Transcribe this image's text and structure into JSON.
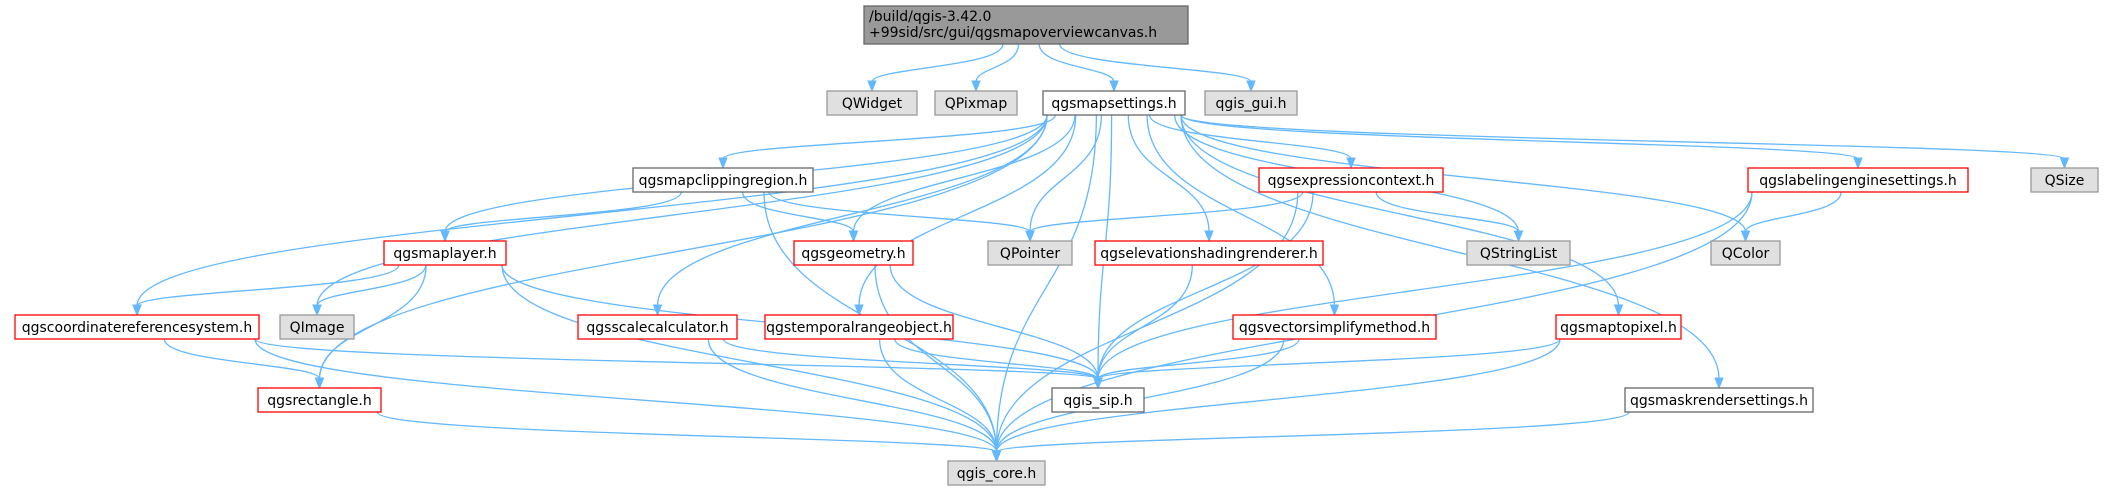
{
  "diagram": {
    "colors": {
      "edge": "#63b8ff",
      "root_fill": "#999999",
      "root_border": "#666666",
      "plain_fill": "#ffffff",
      "plain_border": "#666666",
      "external_fill": "#e0e0e0",
      "external_border": "#999999",
      "incomplete_fill": "#ffffff",
      "incomplete_border": "#ff0000"
    },
    "nodes": [
      {
        "id": "root",
        "lines": [
          "/build/qgis-3.42.0",
          "+99sid/src/gui/qgsmapoverviewcanvas.h"
        ],
        "kind": "root"
      },
      {
        "id": "qwidget",
        "lines": [
          "QWidget"
        ],
        "kind": "external"
      },
      {
        "id": "qpixmap",
        "lines": [
          "QPixmap"
        ],
        "kind": "external"
      },
      {
        "id": "qgsmapsettings",
        "lines": [
          "qgsmapsettings.h"
        ],
        "kind": "plain"
      },
      {
        "id": "qgis_gui",
        "lines": [
          "qgis_gui.h"
        ],
        "kind": "external"
      },
      {
        "id": "qsize",
        "lines": [
          "QSize"
        ],
        "kind": "external"
      },
      {
        "id": "qgsmapclippingregion",
        "lines": [
          "qgsmapclippingregion.h"
        ],
        "kind": "plain"
      },
      {
        "id": "qgsexpressioncontext",
        "lines": [
          "qgsexpressioncontext.h"
        ],
        "kind": "incomplete"
      },
      {
        "id": "qgslabelingenginesettings",
        "lines": [
          "qgslabelingenginesettings.h"
        ],
        "kind": "incomplete"
      },
      {
        "id": "qgsmaplayer",
        "lines": [
          "qgsmaplayer.h"
        ],
        "kind": "incomplete"
      },
      {
        "id": "qgsgeometry",
        "lines": [
          "qgsgeometry.h"
        ],
        "kind": "incomplete"
      },
      {
        "id": "qpointer",
        "lines": [
          "QPointer"
        ],
        "kind": "external"
      },
      {
        "id": "qgselevationshadingrenderer",
        "lines": [
          "qgselevationshadingrenderer.h"
        ],
        "kind": "incomplete"
      },
      {
        "id": "qstringlist",
        "lines": [
          "QStringList"
        ],
        "kind": "external"
      },
      {
        "id": "qcolor",
        "lines": [
          "QColor"
        ],
        "kind": "external"
      },
      {
        "id": "qgscoordinatereferencesystem",
        "lines": [
          "qgscoordinatereferencesystem.h"
        ],
        "kind": "incomplete"
      },
      {
        "id": "qimage",
        "lines": [
          "QImage"
        ],
        "kind": "external"
      },
      {
        "id": "qgsscalecalculator",
        "lines": [
          "qgsscalecalculator.h"
        ],
        "kind": "incomplete"
      },
      {
        "id": "qgstemporalrangeobject",
        "lines": [
          "qgstemporalrangeobject.h"
        ],
        "kind": "incomplete"
      },
      {
        "id": "qgsvectorsimplifymethod",
        "lines": [
          "qgsvectorsimplifymethod.h"
        ],
        "kind": "incomplete"
      },
      {
        "id": "qgsmaptopixel",
        "lines": [
          "qgsmaptopixel.h"
        ],
        "kind": "incomplete"
      },
      {
        "id": "qgsrectangle",
        "lines": [
          "qgsrectangle.h"
        ],
        "kind": "incomplete"
      },
      {
        "id": "qgis_sip",
        "lines": [
          "qgis_sip.h"
        ],
        "kind": "plain"
      },
      {
        "id": "qgsmaskrendersettings",
        "lines": [
          "qgsmaskrendersettings.h"
        ],
        "kind": "plain"
      },
      {
        "id": "qgis_core",
        "lines": [
          "qgis_core.h"
        ],
        "kind": "external"
      }
    ],
    "edges": [
      {
        "from": "root",
        "to": "qwidget"
      },
      {
        "from": "root",
        "to": "qpixmap"
      },
      {
        "from": "root",
        "to": "qgsmapsettings"
      },
      {
        "from": "root",
        "to": "qgis_gui"
      },
      {
        "from": "qgsmapsettings",
        "to": "qgsmapclippingregion"
      },
      {
        "from": "qgsmapsettings",
        "to": "qgsexpressioncontext"
      },
      {
        "from": "qgsmapsettings",
        "to": "qgslabelingenginesettings"
      },
      {
        "from": "qgsmapsettings",
        "to": "qsize"
      },
      {
        "from": "qgsmapsettings",
        "to": "qgsmaplayer"
      },
      {
        "from": "qgsmapsettings",
        "to": "qgsgeometry"
      },
      {
        "from": "qgsmapsettings",
        "to": "qpointer"
      },
      {
        "from": "qgsmapsettings",
        "to": "qgselevationshadingrenderer"
      },
      {
        "from": "qgsmapsettings",
        "to": "qstringlist"
      },
      {
        "from": "qgsmapsettings",
        "to": "qcolor"
      },
      {
        "from": "qgsmapsettings",
        "to": "qgscoordinatereferencesystem"
      },
      {
        "from": "qgsmapsettings",
        "to": "qimage"
      },
      {
        "from": "qgsmapsettings",
        "to": "qgsscalecalculator"
      },
      {
        "from": "qgsmapsettings",
        "to": "qgstemporalrangeobject"
      },
      {
        "from": "qgsmapsettings",
        "to": "qgsvectorsimplifymethod"
      },
      {
        "from": "qgsmapsettings",
        "to": "qgsmaptopixel"
      },
      {
        "from": "qgsmapsettings",
        "to": "qgsmaskrendersettings"
      },
      {
        "from": "qgsmapsettings",
        "to": "qgsrectangle"
      },
      {
        "from": "qgsmapsettings",
        "to": "qgis_sip"
      },
      {
        "from": "qgsmapsettings",
        "to": "qgis_core"
      },
      {
        "from": "qgsmapclippingregion",
        "to": "qgsmaplayer"
      },
      {
        "from": "qgsmapclippingregion",
        "to": "qgsgeometry"
      },
      {
        "from": "qgsmapclippingregion",
        "to": "qpointer"
      },
      {
        "from": "qgsmapclippingregion",
        "to": "qgis_core"
      },
      {
        "from": "qgsexpressioncontext",
        "to": "qpointer"
      },
      {
        "from": "qgsexpressioncontext",
        "to": "qstringlist"
      },
      {
        "from": "qgsexpressioncontext",
        "to": "qgis_sip"
      },
      {
        "from": "qgsexpressioncontext",
        "to": "qgis_core"
      },
      {
        "from": "qgslabelingenginesettings",
        "to": "qcolor"
      },
      {
        "from": "qgslabelingenginesettings",
        "to": "qgis_sip"
      },
      {
        "from": "qgslabelingenginesettings",
        "to": "qgis_core"
      },
      {
        "from": "qgsmaplayer",
        "to": "qgscoordinatereferencesystem"
      },
      {
        "from": "qgsmaplayer",
        "to": "qimage"
      },
      {
        "from": "qgsmaplayer",
        "to": "qgsrectangle"
      },
      {
        "from": "qgsmaplayer",
        "to": "qgis_sip"
      },
      {
        "from": "qgsmaplayer",
        "to": "qgis_core"
      },
      {
        "from": "qgsgeometry",
        "to": "qgis_sip"
      },
      {
        "from": "qgsgeometry",
        "to": "qgis_core"
      },
      {
        "from": "qgselevationshadingrenderer",
        "to": "qgis_sip"
      },
      {
        "from": "qgscoordinatereferencesystem",
        "to": "qgsrectangle"
      },
      {
        "from": "qgscoordinatereferencesystem",
        "to": "qgis_sip"
      },
      {
        "from": "qgscoordinatereferencesystem",
        "to": "qgis_core"
      },
      {
        "from": "qgsscalecalculator",
        "to": "qgis_sip"
      },
      {
        "from": "qgsscalecalculator",
        "to": "qgis_core"
      },
      {
        "from": "qgstemporalrangeobject",
        "to": "qgis_sip"
      },
      {
        "from": "qgstemporalrangeobject",
        "to": "qgis_core"
      },
      {
        "from": "qgsvectorsimplifymethod",
        "to": "qgis_sip"
      },
      {
        "from": "qgsvectorsimplifymethod",
        "to": "qgis_core"
      },
      {
        "from": "qgsmaptopixel",
        "to": "qgis_sip"
      },
      {
        "from": "qgsmaptopixel",
        "to": "qgis_core"
      },
      {
        "from": "qgsmaskrendersettings",
        "to": "qgis_core"
      },
      {
        "from": "qgsrectangle",
        "to": "qgis_core"
      }
    ]
  }
}
